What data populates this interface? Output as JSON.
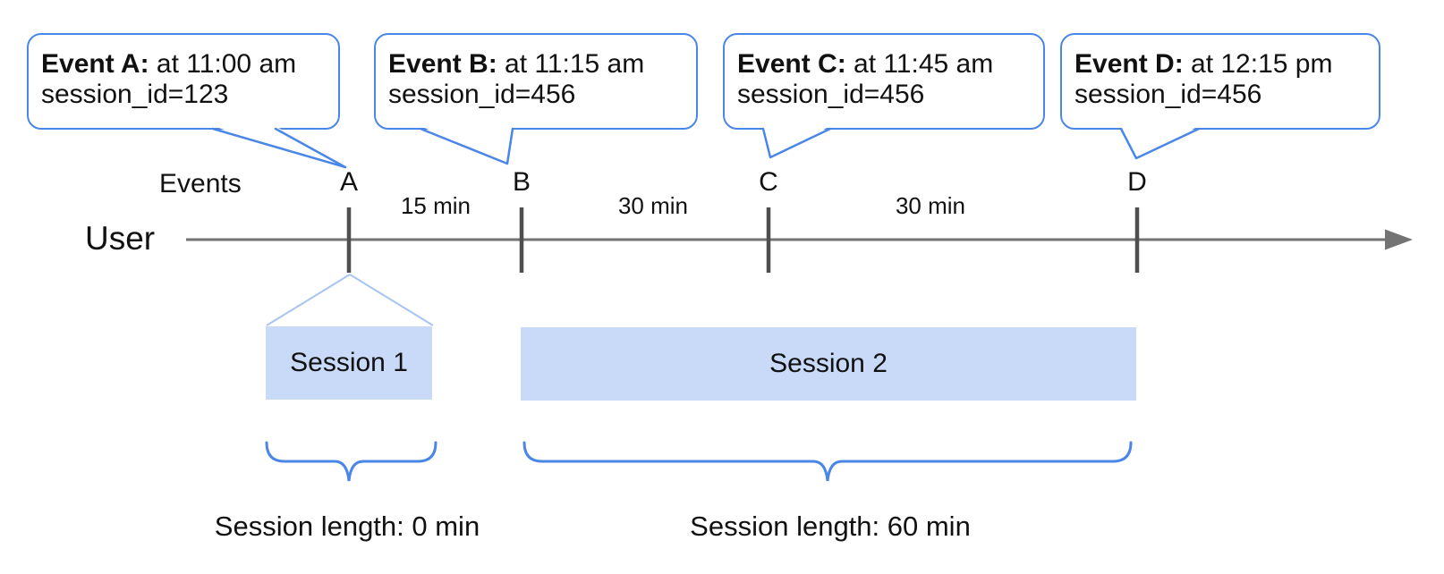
{
  "axis_labels": {
    "events": "Events",
    "user": "User"
  },
  "events": [
    {
      "letter": "A",
      "callout_title": "Event A:",
      "callout_time": " at 11:00 am",
      "callout_session": "session_id=123"
    },
    {
      "letter": "B",
      "callout_title": "Event B:",
      "callout_time": " at 11:15 am",
      "callout_session": "session_id=456"
    },
    {
      "letter": "C",
      "callout_title": "Event C:",
      "callout_time": " at 11:45 am",
      "callout_session": "session_id=456"
    },
    {
      "letter": "D",
      "callout_title": "Event D:",
      "callout_time": " at 12:15 pm",
      "callout_session": "session_id=456"
    }
  ],
  "intervals": [
    "15 min",
    "30 min",
    "30 min"
  ],
  "sessions": [
    {
      "name": "Session 1",
      "length": "Session length: 0 min"
    },
    {
      "name": "Session 2",
      "length": "Session length: 60 min"
    }
  ],
  "colors": {
    "bubble_border": "#4a86e8",
    "brace": "#4a86e8",
    "session_fill": "#c9daf8",
    "connector": "#a7c4f2",
    "timeline": "#737373",
    "tick": "#4f4f4f",
    "text": "#111111"
  }
}
